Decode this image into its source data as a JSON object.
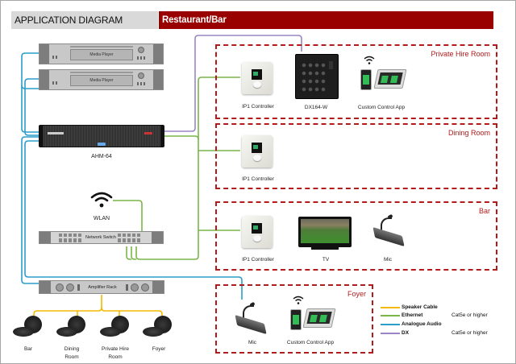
{
  "header": {
    "section_title": "APPLICATION DIAGRAM",
    "application_title": "Restaurant/Bar"
  },
  "colors": {
    "header_accent": "#990000",
    "room_border": "#b31b1b",
    "speaker_cable": "#f5b800",
    "ethernet": "#7ab648",
    "analogue_audio": "#2a9ec9",
    "dx": "#9b85c4"
  },
  "equipment": {
    "media_player_1": "Media Player",
    "media_player_2": "Media Player",
    "mixer": "AHM-64",
    "wlan": "WLAN",
    "network_switch": "Network Switch",
    "amplifier_rack": "Amplifier Rack"
  },
  "rooms": {
    "private_hire": {
      "title": "Private Hire Room",
      "devices": [
        "IP1 Controller",
        "DX164-W",
        "Custom Control App"
      ]
    },
    "dining": {
      "title": "Dining Room",
      "devices": [
        "IP1 Controller"
      ]
    },
    "bar": {
      "title": "Bar",
      "devices": [
        "IP1 Controller",
        "TV",
        "Mic"
      ]
    },
    "foyer": {
      "title": "Foyer",
      "devices": [
        "Mic",
        "Custom Control App"
      ]
    }
  },
  "speakers": [
    {
      "label": "Bar"
    },
    {
      "label": "Dining\nRoom"
    },
    {
      "label": "Private Hire\nRoom"
    },
    {
      "label": "Foyer"
    }
  ],
  "speaker_labels": {
    "bar": "Bar",
    "dining_1": "Dining",
    "dining_2": "Room",
    "private_1": "Private Hire",
    "private_2": "Room",
    "foyer": "Foyer"
  },
  "legend": [
    {
      "name": "Speaker Cable",
      "note": "",
      "color": "#f5b800"
    },
    {
      "name": "Ethernet",
      "note": "Cat5e or higher",
      "color": "#7ab648"
    },
    {
      "name": "Analogue Audio",
      "note": "",
      "color": "#2a9ec9"
    },
    {
      "name": "DX",
      "note": "Cat5e or higher",
      "color": "#9b85c4"
    }
  ]
}
